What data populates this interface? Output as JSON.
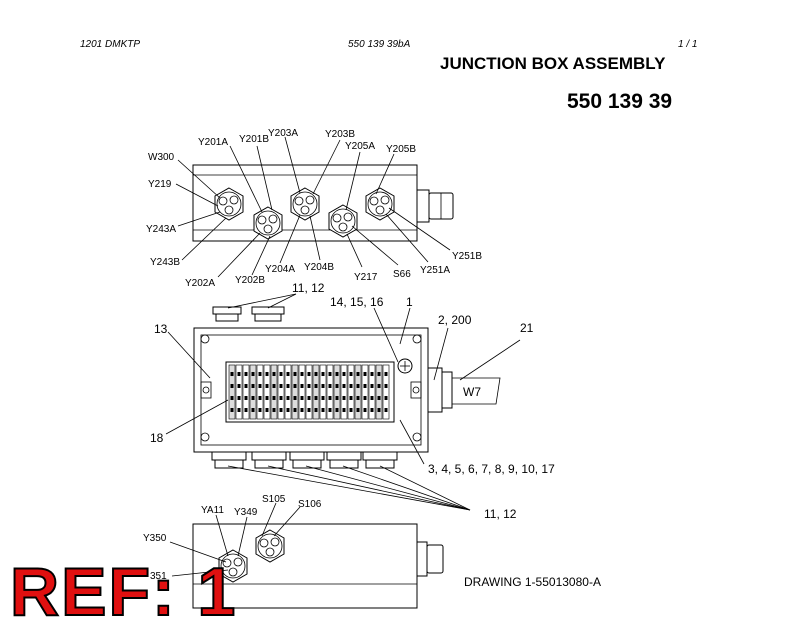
{
  "header": {
    "left": "1201 DMKTP",
    "center": "550 139 39bA",
    "page": "1 /  1"
  },
  "title": "JUNCTION BOX ASSEMBLY",
  "part_number": "550 139 39",
  "drawing": "DRAWING 1-55013080-A",
  "ref_stamp": "REF: 1",
  "labels": {
    "top": {
      "w300": "W300",
      "y219": "Y219",
      "y243a": "Y243A",
      "y243b": "Y243B",
      "y201a": "Y201A",
      "y201b": "Y201B",
      "y203a": "Y203A",
      "y203b": "Y203B",
      "y205a": "Y205A",
      "y205b": "Y205B",
      "y202a": "Y202A",
      "y202b": "Y202B",
      "y204a": "Y204A",
      "y204b": "Y204B",
      "y217": "Y217",
      "s66": "S66",
      "y251a": "Y251A",
      "y251b": "Y251B"
    },
    "middle": {
      "i1112_top": "11, 12",
      "i141516": "14, 15, 16",
      "i1": "1",
      "i2200": "2, 200",
      "i21": "21",
      "i13": "13",
      "i18": "18",
      "w7": "W7",
      "i3_17": "3, 4, 5, 6, 7, 8, 9, 10, 17",
      "i1112_bottom": "11, 12"
    },
    "bottom": {
      "y350": "Y350",
      "ya11": "YA11",
      "y349": "Y349",
      "s105": "S105",
      "s106": "S106",
      "y351": "351"
    }
  }
}
